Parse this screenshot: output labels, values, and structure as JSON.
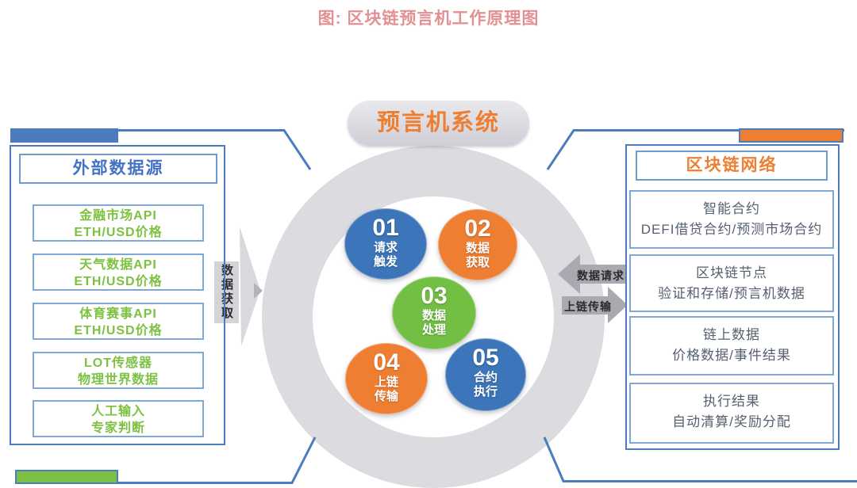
{
  "title": "图: 区块链预言机工作原理图",
  "oracle": {
    "title": "预言机系统",
    "steps": [
      {
        "num": "01",
        "l1": "请求",
        "l2": "触发"
      },
      {
        "num": "02",
        "l1": "数据",
        "l2": "获取"
      },
      {
        "num": "03",
        "l1": "数据",
        "l2": "处理"
      },
      {
        "num": "04",
        "l1": "上链",
        "l2": "传输"
      },
      {
        "num": "05",
        "l1": "合约",
        "l2": "执行"
      }
    ]
  },
  "left_panel": {
    "title": "外部数据源",
    "items": [
      {
        "line1": "金融市场API",
        "line2": "ETH/USD价格"
      },
      {
        "line1": "天气数据API",
        "line2": "ETH/USD价格"
      },
      {
        "line1": "体育赛事API",
        "line2": "ETH/USD价格"
      },
      {
        "line1": "LOT传感器",
        "line2": "物理世界数据"
      },
      {
        "line1": "人工输入",
        "line2": "专家判断"
      }
    ]
  },
  "right_panel": {
    "title": "区块链网络",
    "items": [
      {
        "line1": "智能合约",
        "line2": "DEFI借贷合约/预测市场合约"
      },
      {
        "line1": "区块链节点",
        "line2": "验证和存储/预言机数据"
      },
      {
        "line1": "链上数据",
        "line2": "价格数据/事件结果"
      },
      {
        "line1": "执行结果",
        "line2": "自动清算/奖励分配"
      }
    ]
  },
  "arrows": {
    "data_fetch": "数据获取",
    "data_request": "数据请求",
    "chain_upload": "上链传输"
  },
  "colors": {
    "title_pink": "#e29093",
    "accent_blue": "#4a7cbe",
    "accent_orange": "#ee7e32",
    "accent_green": "#7cc142",
    "step_blue": "#3c75b9",
    "step_orange": "#ee7e32",
    "step_green": "#72bf44",
    "header_blue": "#4472c4",
    "green_text": "#7dc142",
    "right_text": "#566070",
    "ring_gray": "#dcdbe0",
    "arrow_light_gray": "#d9d9dd",
    "arrow_dark_gray": "#a9a9b1",
    "notch_gray": "#b3b3bb",
    "label_gray": "#d3d3d8",
    "dark_text": "#2b2b2b"
  }
}
